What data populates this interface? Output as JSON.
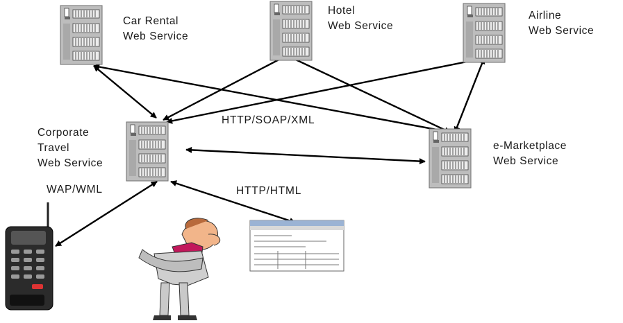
{
  "nodes": {
    "car_rental": {
      "label": "Car Rental\nWeb Service"
    },
    "hotel": {
      "label": "Hotel\nWeb Service"
    },
    "airline": {
      "label": "Airline\nWeb Service"
    },
    "corporate": {
      "label": "Corporate\nTravel\nWeb Service"
    },
    "emarket": {
      "label": "e-Marketplace\nWeb Service"
    }
  },
  "edges": {
    "soap": "HTTP/SOAP/XML",
    "wap": "WAP/WML",
    "html": "HTTP/HTML"
  },
  "colors": {
    "server_body": "#b9b9b9",
    "server_dark": "#7a7a7a",
    "arrow": "#000000",
    "phone": "#2b2b2b",
    "person_suit": "#c9c9c9",
    "person_skin": "#f2b58a",
    "tie": "#c2185b"
  },
  "icons": [
    "server-icon",
    "mobile-phone-icon",
    "person-icon",
    "browser-window-icon"
  ]
}
